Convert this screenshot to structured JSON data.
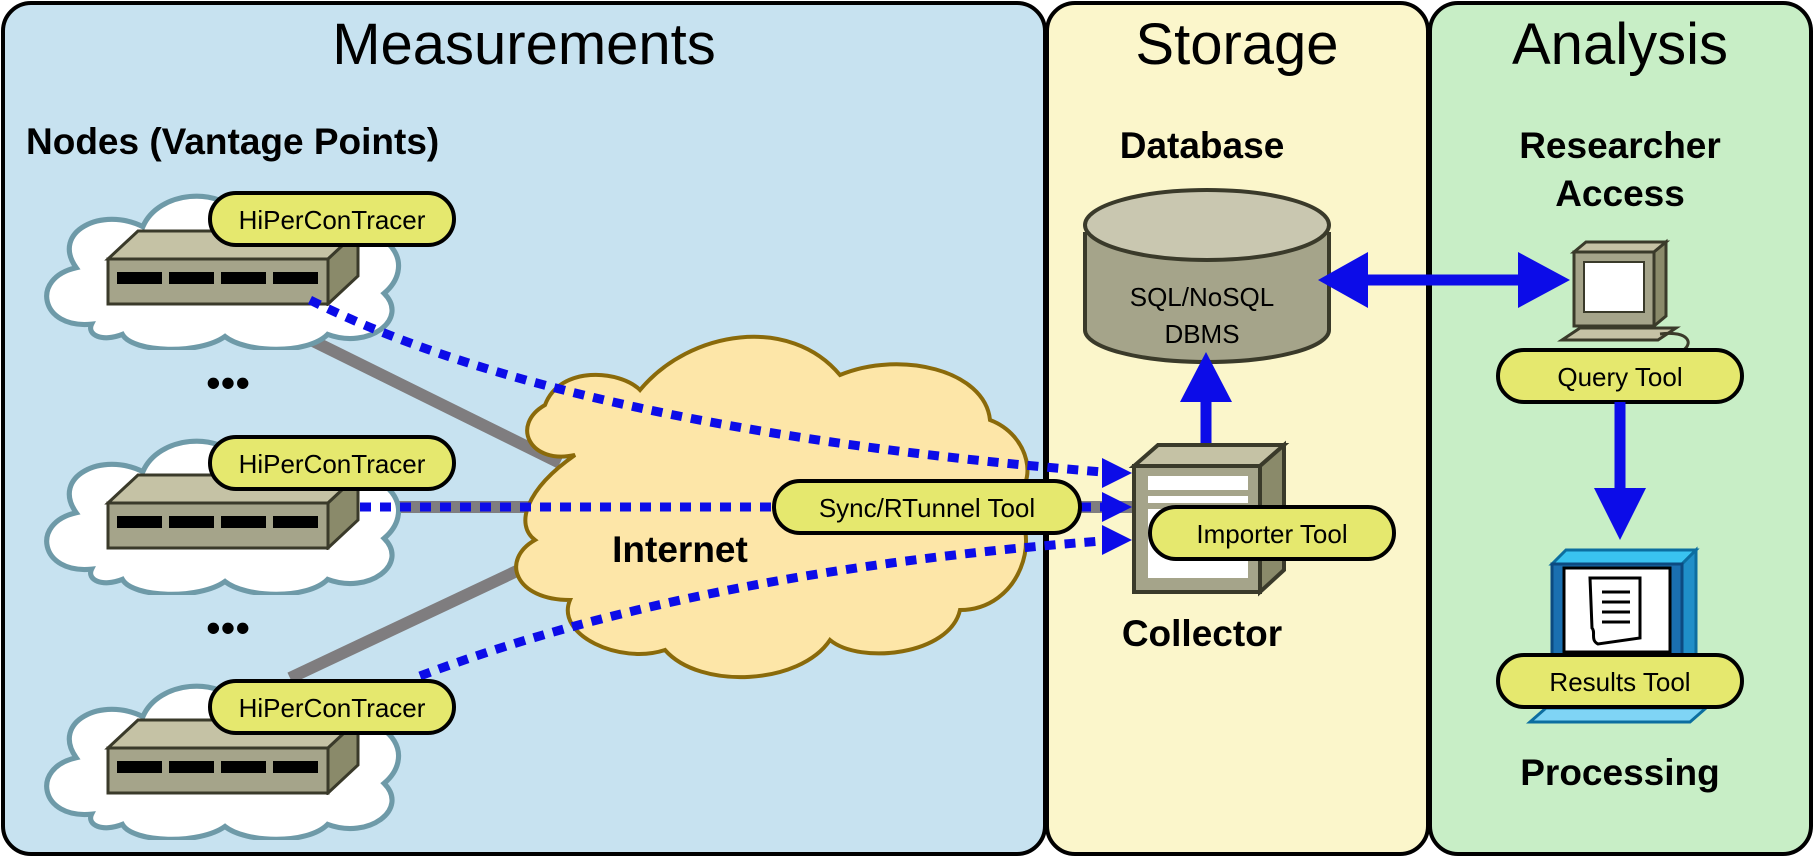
{
  "sections": {
    "measurements": "Measurements",
    "storage": "Storage",
    "analysis": "Analysis"
  },
  "labels": {
    "nodes_heading": "Nodes (Vantage Points)",
    "ellipsis": "•••",
    "internet": "Internet",
    "database": "Database",
    "collector": "Collector",
    "researcher_line1": "Researcher",
    "researcher_line2": "Access",
    "processing": "Processing"
  },
  "tools": {
    "hipercontracer": "HiPerConTracer",
    "sync_rtunnel": "Sync/RTunnel Tool",
    "importer": "Importer Tool",
    "query": "Query Tool",
    "results": "Results Tool"
  },
  "dbms": {
    "line1": "SQL/NoSQL",
    "line2": "DBMS"
  },
  "colors": {
    "measurements_bg": "#c7e2f0",
    "storage_bg": "#fbf6cb",
    "analysis_bg": "#c8eec6",
    "pill_fill": "#e5e86e",
    "internet_fill": "#fde6a8",
    "arrow_blue": "#0c0ce8",
    "link_gray": "#7f7d7f"
  },
  "icons": [
    "cloud-icon",
    "network-switch-icon",
    "database-icon",
    "server-icon",
    "computer-icon",
    "results-monitor-icon"
  ]
}
